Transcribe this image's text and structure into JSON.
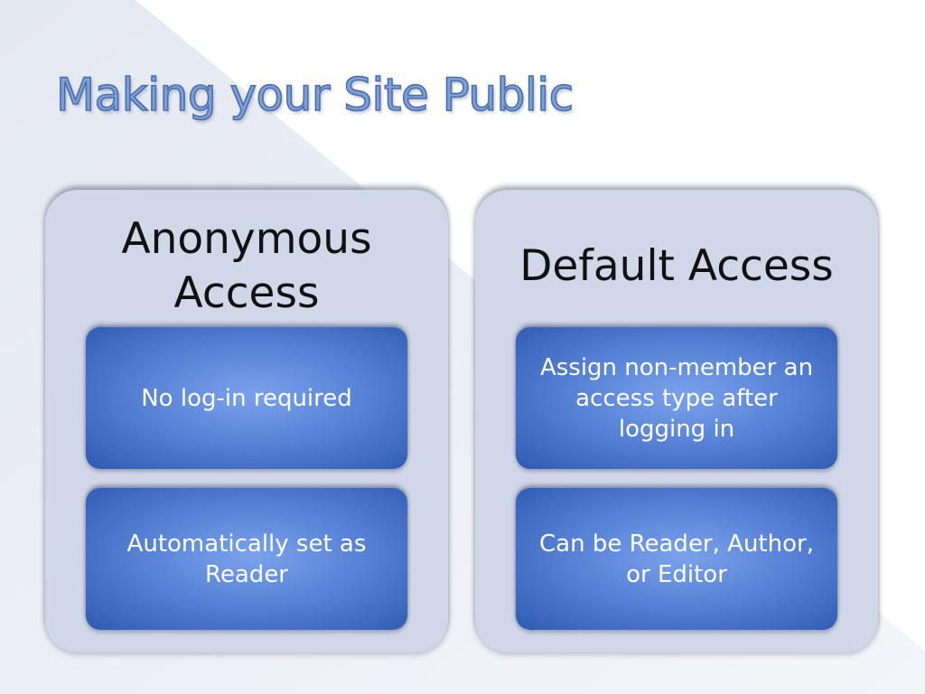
{
  "slide": {
    "title": "Making your Site Public"
  },
  "columns": [
    {
      "heading": "Anonymous Access",
      "cards": [
        "No log-in required",
        "Automatically set as Reader"
      ]
    },
    {
      "heading": "Default Access",
      "cards": [
        "Assign non-member an access type after logging in",
        "Can be Reader, Author, or Editor"
      ]
    }
  ],
  "colors": {
    "title_fill": "#7ea0d4",
    "title_outline": "#4b6fae",
    "panel": "#d0d7e8",
    "card_light": "#7aa2ec",
    "card_dark": "#2f5ab2"
  }
}
